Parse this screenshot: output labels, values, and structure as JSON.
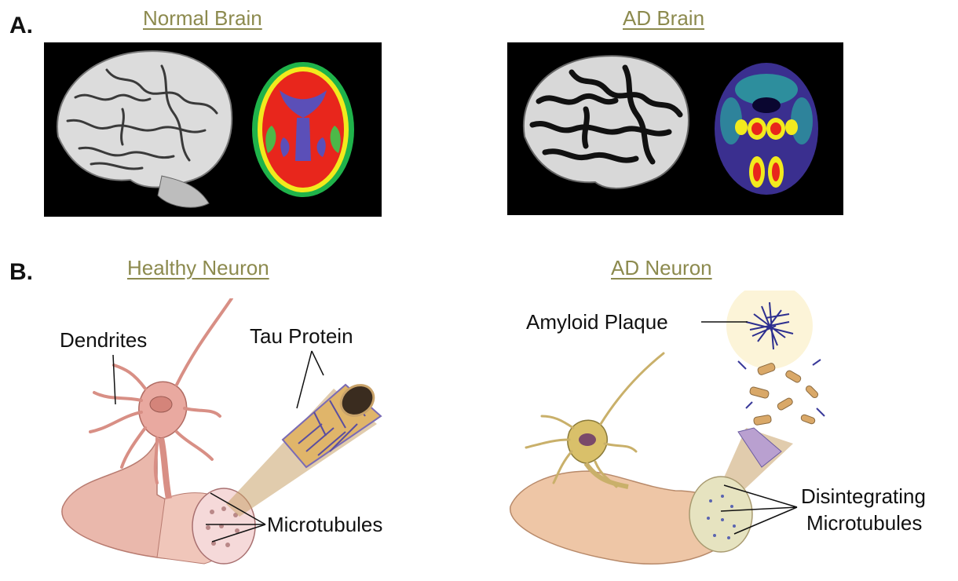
{
  "panel_a": {
    "letter": "A.",
    "normal_title": "Normal Brain",
    "ad_title": "AD Brain"
  },
  "panel_b": {
    "letter": "B.",
    "healthy_title": "Healthy Neuron",
    "ad_title": "AD Neuron",
    "labels": {
      "dendrites": "Dendrites",
      "tau_protein": "Tau Protein",
      "microtubules": "Microtubules",
      "amyloid_plaque": "Amyloid Plaque",
      "disintegrating_line1": "Disintegrating",
      "disintegrating_line2": "Microtubules"
    }
  },
  "colors": {
    "heading": "#8c8a4e",
    "neuron_pink": "#e9a9a0",
    "pet_hot": "#e8261c",
    "pet_cool": "#3a2f8f"
  }
}
